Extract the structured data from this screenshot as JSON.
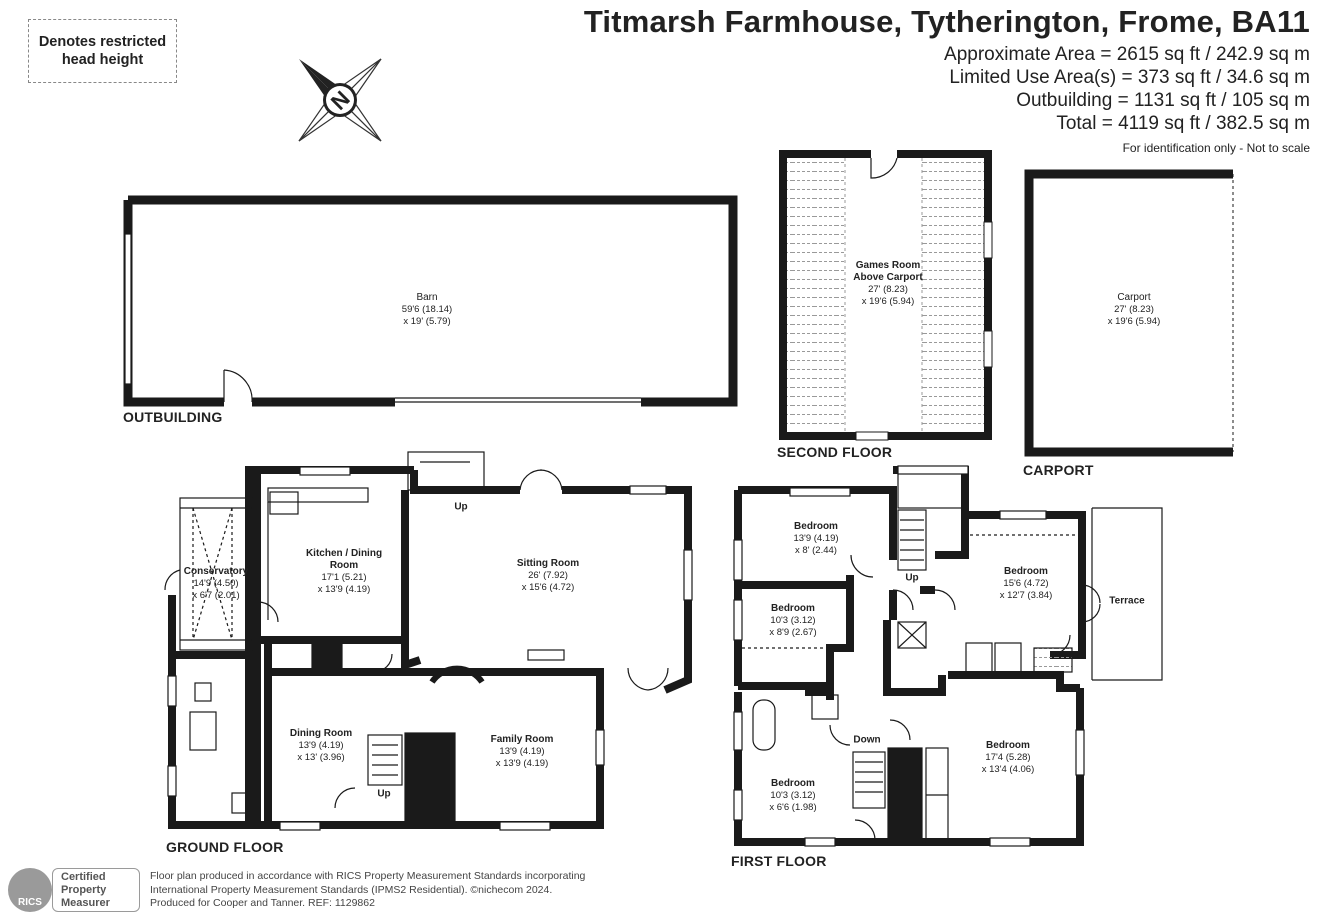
{
  "header": {
    "title": "Titmarsh Farmhouse, Tytherington, Frome, BA11",
    "areas": [
      "Approximate Area = 2615 sq ft / 242.9 sq m",
      "Limited Use Area(s) = 373 sq ft / 34.6 sq m",
      "Outbuilding = 1131 sq ft / 105 sq m",
      "Total = 4119 sq ft / 382.5 sq m"
    ],
    "note": "For identification only - Not to scale"
  },
  "legend": {
    "text": "Denotes restricted head height"
  },
  "compass": {
    "letter": "N"
  },
  "floors": {
    "outbuilding": "OUTBUILDING",
    "second": "SECOND FLOOR",
    "carport": "CARPORT",
    "ground": "GROUND FLOOR",
    "first": "FIRST FLOOR"
  },
  "rooms": {
    "barn": {
      "name": "Barn",
      "dim1": "59'6 (18.14)",
      "dim2": "x 19' (5.79)"
    },
    "games": {
      "name": "Games Room Above Carport",
      "dim1": "27' (8.23)",
      "dim2": "x 19'6 (5.94)"
    },
    "carport": {
      "name": "Carport",
      "dim1": "27' (8.23)",
      "dim2": "x 19'6 (5.94)"
    },
    "conservatory": {
      "name": "Conservatory",
      "dim1": "14'9 (4.50)",
      "dim2": "x 6'7 (2.01)"
    },
    "kitchen": {
      "name": "Kitchen / Dining Room",
      "dim1": "17'1 (5.21)",
      "dim2": "x 13'9 (4.19)"
    },
    "sitting": {
      "name": "Sitting Room",
      "dim1": "26' (7.92)",
      "dim2": "x 15'6 (4.72)"
    },
    "dining": {
      "name": "Dining Room",
      "dim1": "13'9 (4.19)",
      "dim2": "x 13' (3.96)"
    },
    "family": {
      "name": "Family Room",
      "dim1": "13'9 (4.19)",
      "dim2": "x 13'9 (4.19)"
    },
    "bed1": {
      "name": "Bedroom",
      "dim1": "13'9 (4.19)",
      "dim2": "x 8' (2.44)"
    },
    "bed2": {
      "name": "Bedroom",
      "dim1": "10'3 (3.12)",
      "dim2": "x 8'9 (2.67)"
    },
    "bed3": {
      "name": "Bedroom",
      "dim1": "15'6 (4.72)",
      "dim2": "x 12'7 (3.84)"
    },
    "bed4": {
      "name": "Bedroom",
      "dim1": "10'3 (3.12)",
      "dim2": "x 6'6 (1.98)"
    },
    "bed5": {
      "name": "Bedroom",
      "dim1": "17'4 (5.28)",
      "dim2": "x 13'4 (4.06)"
    }
  },
  "labels": {
    "terrace": "Terrace",
    "up_ground_top": "Up",
    "up_ground_stair": "Up",
    "up_first": "Up",
    "down_first": "Down"
  },
  "footer": {
    "rics_mark": "RICS",
    "cert": "Certified Property Measurer",
    "line1": "Floor plan produced in accordance with RICS Property Measurement Standards incorporating",
    "line2": "International Property Measurement Standards (IPMS2 Residential).  ©nichecom 2024.",
    "line3": "Produced for Cooper and Tanner.   REF:  1129862"
  },
  "colors": {
    "wall": "#1a1a1a",
    "text": "#222222",
    "badge": "#9a9a9a",
    "dashed": "#888888"
  }
}
